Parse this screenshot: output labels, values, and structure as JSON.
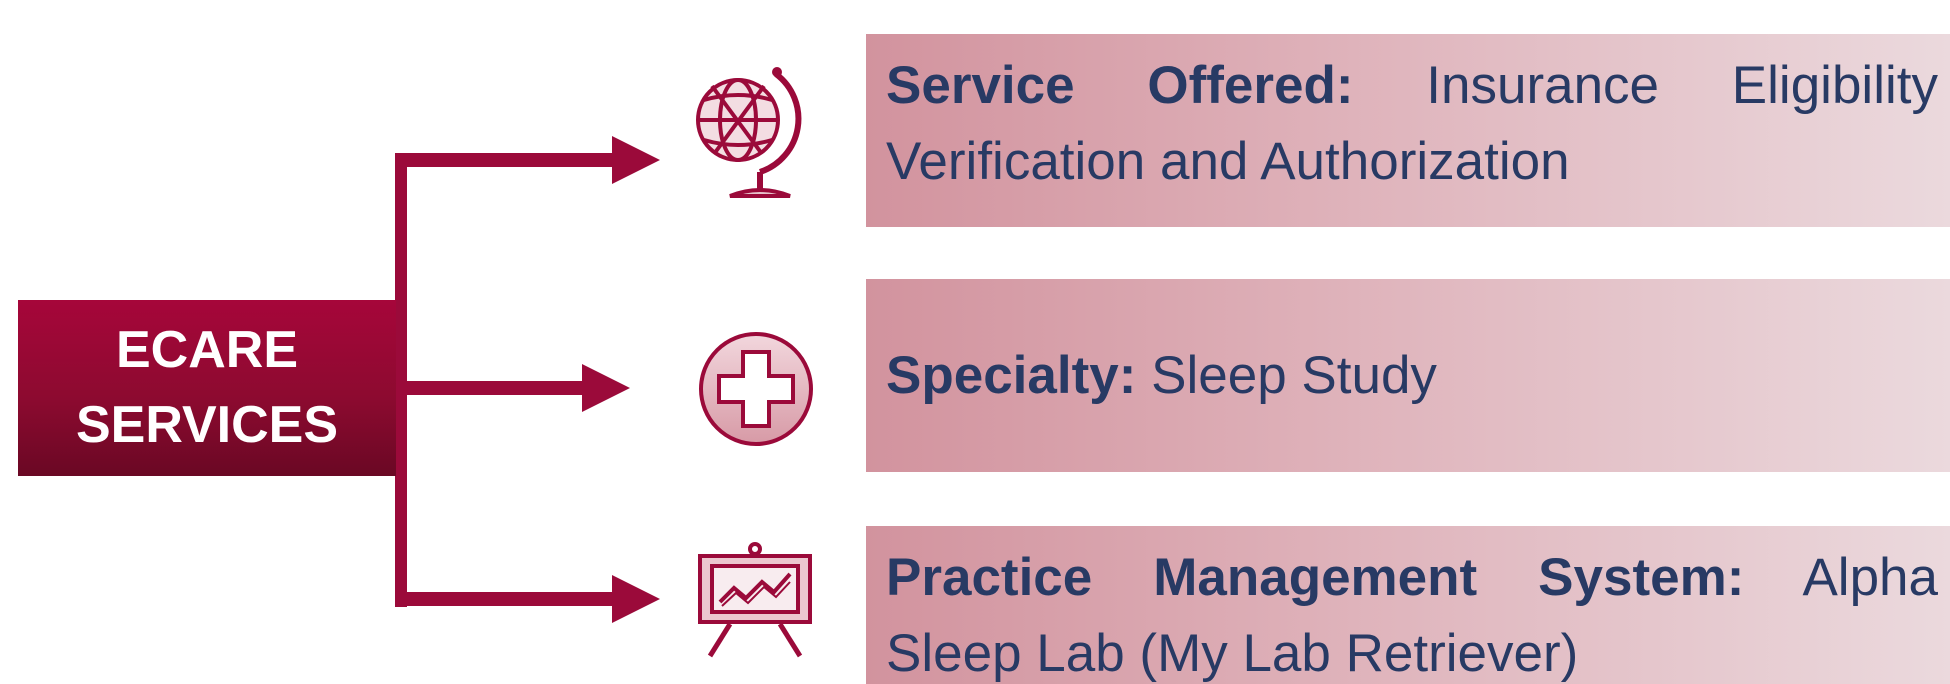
{
  "root": {
    "line1": "ECARE",
    "line2": "SERVICES"
  },
  "branches": [
    {
      "icon": "globe-icon",
      "label": "Service Offered:",
      "text": "Insurance Eligibility Verification and Authorization"
    },
    {
      "icon": "medical-cross-icon",
      "label": "Specialty:",
      "text": "Sleep Study"
    },
    {
      "icon": "presentation-board-icon",
      "label": "Practice Management System:",
      "text": "Alpha Sleep Lab (My Lab Retriever)"
    }
  ],
  "colors": {
    "accent": "#9b0a3a",
    "panel_start": "#d2939e",
    "panel_end": "#ebd9dd",
    "text": "#283a64"
  }
}
